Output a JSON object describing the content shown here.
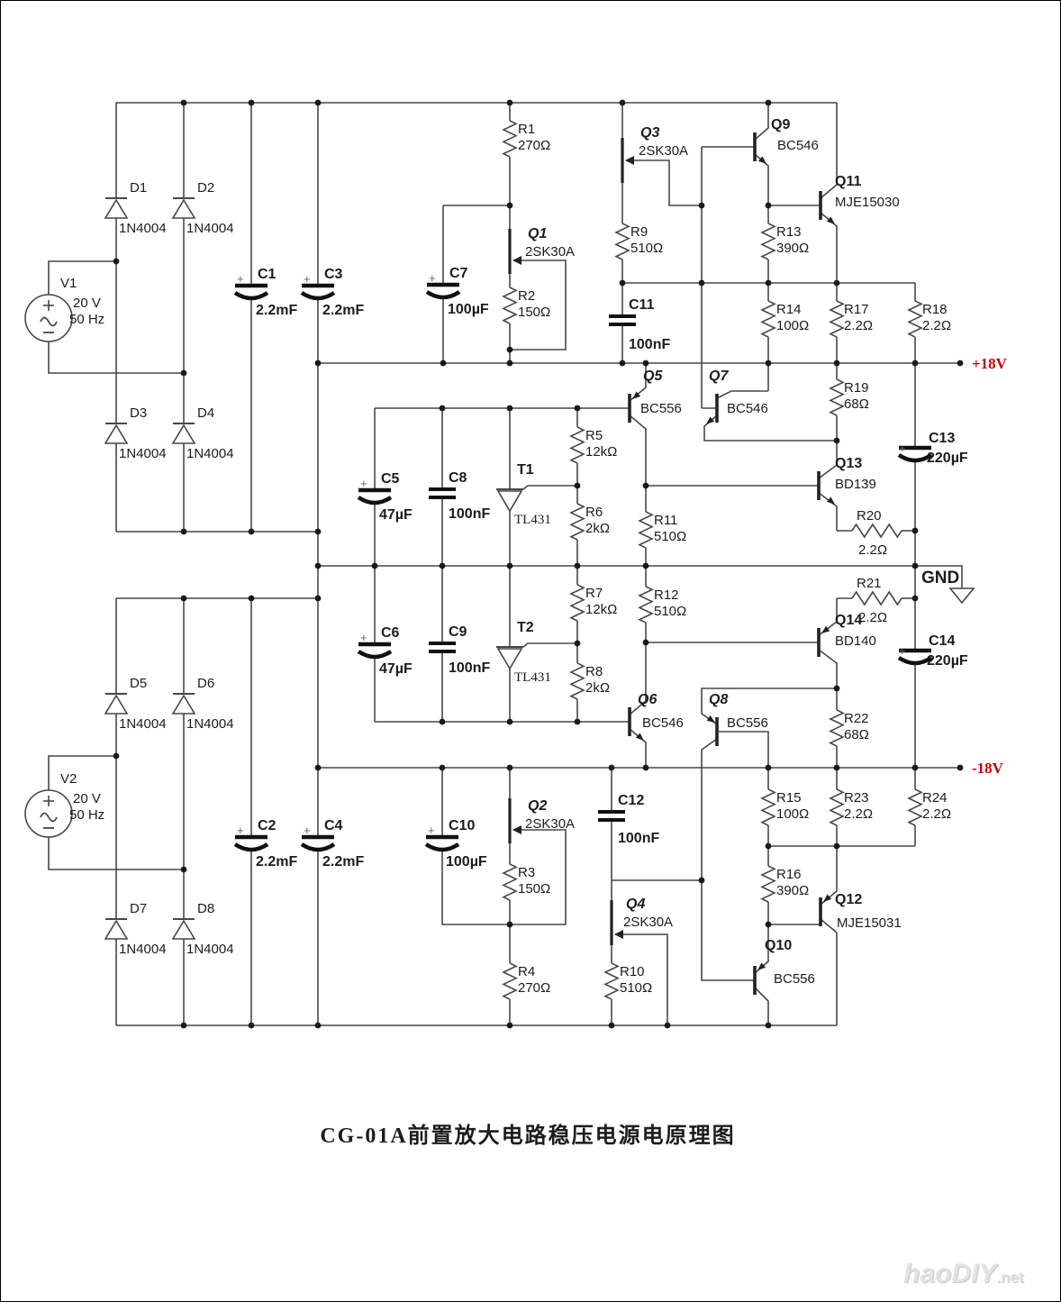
{
  "title": "CG-01A前置放大电路稳压电源电原理图",
  "watermark": {
    "name": "haoDIY",
    "suffix": ".net"
  },
  "power": {
    "pos": "+18V",
    "neg": "-18V",
    "gnd": "GND"
  },
  "sources": {
    "v1": {
      "name": "V1",
      "volt": "20 V",
      "freq": "50 Hz"
    },
    "v2": {
      "name": "V2",
      "volt": "20 V",
      "freq": "50 Hz"
    }
  },
  "parts": {
    "d1": {
      "ref": "D1",
      "val": "1N4004"
    },
    "d2": {
      "ref": "D2",
      "val": "1N4004"
    },
    "d3": {
      "ref": "D3",
      "val": "1N4004"
    },
    "d4": {
      "ref": "D4",
      "val": "1N4004"
    },
    "d5": {
      "ref": "D5",
      "val": "1N4004"
    },
    "d6": {
      "ref": "D6",
      "val": "1N4004"
    },
    "d7": {
      "ref": "D7",
      "val": "1N4004"
    },
    "d8": {
      "ref": "D8",
      "val": "1N4004"
    },
    "r1": {
      "ref": "R1",
      "val": "270Ω"
    },
    "r2": {
      "ref": "R2",
      "val": "150Ω"
    },
    "r3": {
      "ref": "R3",
      "val": "150Ω"
    },
    "r4": {
      "ref": "R4",
      "val": "270Ω"
    },
    "r5": {
      "ref": "R5",
      "val": "12kΩ"
    },
    "r6": {
      "ref": "R6",
      "val": "2kΩ"
    },
    "r7": {
      "ref": "R7",
      "val": "12kΩ"
    },
    "r8": {
      "ref": "R8",
      "val": "2kΩ"
    },
    "r9": {
      "ref": "R9",
      "val": "510Ω"
    },
    "r10": {
      "ref": "R10",
      "val": "510Ω"
    },
    "r11": {
      "ref": "R11",
      "val": "510Ω"
    },
    "r12": {
      "ref": "R12",
      "val": "510Ω"
    },
    "r13": {
      "ref": "R13",
      "val": "390Ω"
    },
    "r14": {
      "ref": "R14",
      "val": "100Ω"
    },
    "r15": {
      "ref": "R15",
      "val": "100Ω"
    },
    "r16": {
      "ref": "R16",
      "val": "390Ω"
    },
    "r17": {
      "ref": "R17",
      "val": "2.2Ω"
    },
    "r18": {
      "ref": "R18",
      "val": "2.2Ω"
    },
    "r19": {
      "ref": "R19",
      "val": "68Ω"
    },
    "r20": {
      "ref": "R20",
      "val": "2.2Ω"
    },
    "r21": {
      "ref": "R21",
      "val": "2.2Ω"
    },
    "r22": {
      "ref": "R22",
      "val": "68Ω"
    },
    "r23": {
      "ref": "R23",
      "val": "2.2Ω"
    },
    "r24": {
      "ref": "R24",
      "val": "2.2Ω"
    },
    "c1": {
      "ref": "C1",
      "val": "2.2mF"
    },
    "c2": {
      "ref": "C2",
      "val": "2.2mF"
    },
    "c3": {
      "ref": "C3",
      "val": "2.2mF"
    },
    "c4": {
      "ref": "C4",
      "val": "2.2mF"
    },
    "c5": {
      "ref": "C5",
      "val": "47µF"
    },
    "c6": {
      "ref": "C6",
      "val": "47µF"
    },
    "c7": {
      "ref": "C7",
      "val": "100µF"
    },
    "c8": {
      "ref": "C8",
      "val": "100nF"
    },
    "c9": {
      "ref": "C9",
      "val": "100nF"
    },
    "c10": {
      "ref": "C10",
      "val": "100µF"
    },
    "c11": {
      "ref": "C11",
      "val": "100nF"
    },
    "c12": {
      "ref": "C12",
      "val": "100nF"
    },
    "c13": {
      "ref": "C13",
      "val": "220µF"
    },
    "c14": {
      "ref": "C14",
      "val": "220µF"
    },
    "q1": {
      "ref": "Q1",
      "val": "2SK30A"
    },
    "q2": {
      "ref": "Q2",
      "val": "2SK30A"
    },
    "q3": {
      "ref": "Q3",
      "val": "2SK30A"
    },
    "q4": {
      "ref": "Q4",
      "val": "2SK30A"
    },
    "q5": {
      "ref": "Q5",
      "val": "BC556"
    },
    "q6": {
      "ref": "Q6",
      "val": "BC546"
    },
    "q7": {
      "ref": "Q7",
      "val": "BC546"
    },
    "q8": {
      "ref": "Q8",
      "val": "BC556"
    },
    "q9": {
      "ref": "Q9",
      "val": "BC546"
    },
    "q10": {
      "ref": "Q10",
      "val": "BC556"
    },
    "q11": {
      "ref": "Q11",
      "val": "MJE15030"
    },
    "q12": {
      "ref": "Q12",
      "val": "MJE15031"
    },
    "q13": {
      "ref": "Q13",
      "val": "BD139"
    },
    "q14": {
      "ref": "Q14",
      "val": "BD140"
    },
    "t1": {
      "ref": "T1",
      "val": "TL431"
    },
    "t2": {
      "ref": "T2",
      "val": "TL431"
    }
  }
}
